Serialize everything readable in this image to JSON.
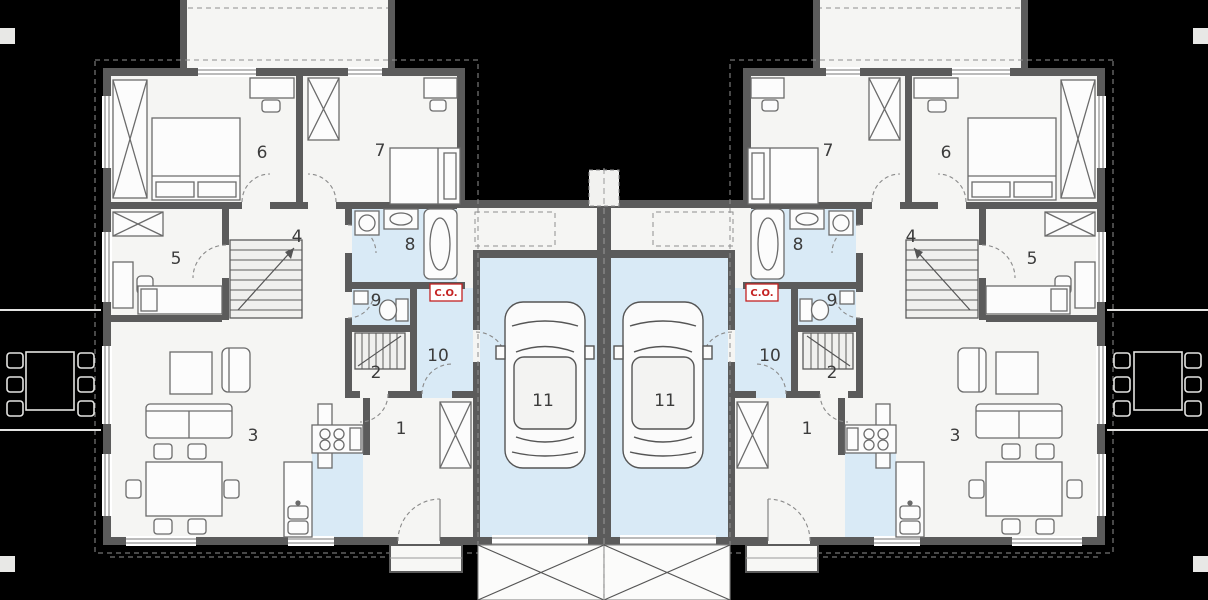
{
  "plan": {
    "type": "residential-duplex-floor-plan",
    "units": 2
  },
  "rooms": {
    "r1": "1",
    "r2": "2",
    "r3": "3",
    "r4": "4",
    "r5": "5",
    "r6": "6",
    "r7": "7",
    "r8": "8",
    "r9": "9",
    "r10": "10",
    "r11": "11"
  },
  "labels": {
    "co": "C.O."
  },
  "colors": {
    "background": "#000000",
    "floor": "#f5f5f3",
    "wet_floor": "#d9eaf6",
    "wall": "#5b5b5b",
    "accent_red": "#c42222"
  }
}
